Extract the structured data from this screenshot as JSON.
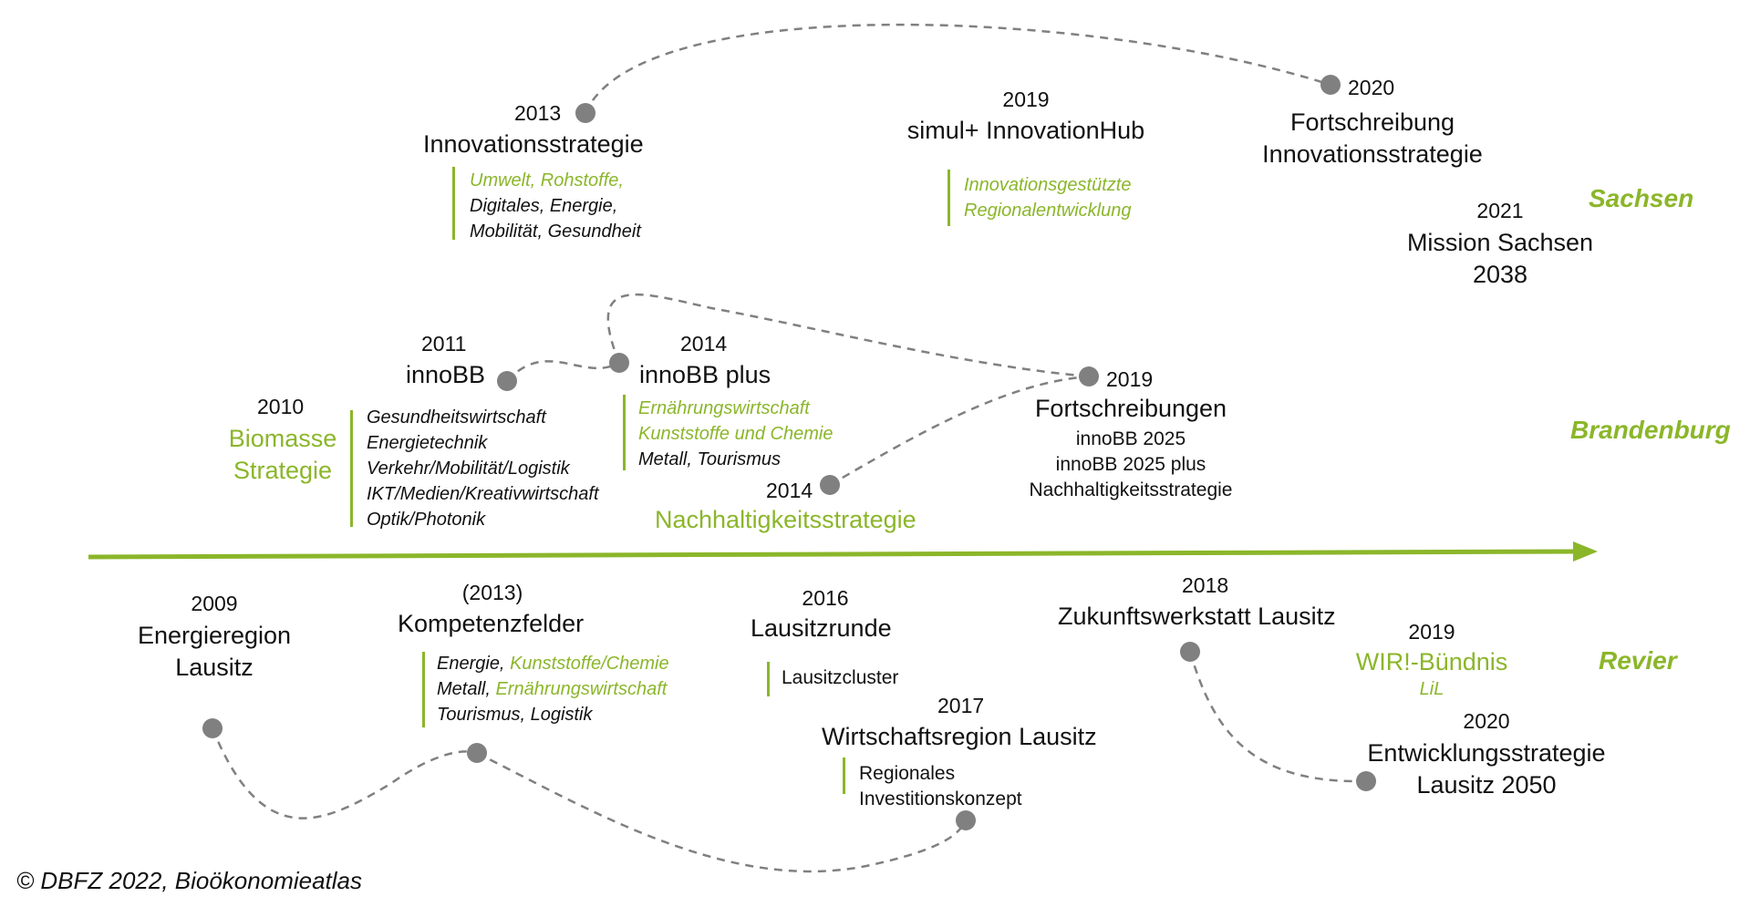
{
  "regions": {
    "sachsen": "Sachsen",
    "brandenburg": "Brandenburg",
    "revier": "Revier"
  },
  "credit": "© DBFZ 2022, Bioökonomieatlas",
  "colors": {
    "accent": "#8bb62a",
    "dot": "#808080",
    "text": "#111111"
  },
  "sachsen": {
    "e2013": {
      "year": "2013",
      "title": "Innovationsstrategie",
      "fields": [
        {
          "text": "Umwelt, Rohstoffe,",
          "green": true
        },
        {
          "text": "Digitales, Energie,",
          "green": false
        },
        {
          "text": "Mobilität, Gesundheit",
          "green": false
        }
      ]
    },
    "e2019": {
      "year": "2019",
      "title": "simul+ InnovationHub",
      "fields": [
        {
          "text": "Innovationsgestützte",
          "green": true
        },
        {
          "text": "Regionalentwicklung",
          "green": true
        }
      ]
    },
    "e2020": {
      "year": "2020",
      "title1": "Fortschreibung",
      "title2": "Innovationsstrategie"
    },
    "e2021": {
      "year": "2021",
      "title1": "Mission Sachsen",
      "title2": "2038"
    }
  },
  "brandenburg": {
    "e2010": {
      "year": "2010",
      "title1": "Biomasse",
      "title2": "Strategie",
      "fields": [
        "Gesundheitswirtschaft",
        "Energietechnik",
        "Verkehr/Mobilität/Logistik",
        "IKT/Medien/Kreativwirtschaft",
        "Optik/Photonik"
      ]
    },
    "e2011": {
      "year": "2011",
      "title": "innoBB"
    },
    "e2014a": {
      "year": "2014",
      "title": "innoBB plus",
      "fields": [
        {
          "text": "Ernährungswirtschaft",
          "green": true
        },
        {
          "text": "Kunststoffe und Chemie",
          "green": true
        },
        {
          "text": "Metall, Tourismus",
          "green": false
        }
      ]
    },
    "e2014b": {
      "year": "2014",
      "title": "Nachhaltigkeitsstrategie"
    },
    "e2019": {
      "year": "2019",
      "title": "Fortschreibungen",
      "items": [
        "innoBB 2025",
        "innoBB 2025 plus",
        "Nachhaltigkeitsstrategie"
      ]
    }
  },
  "revier": {
    "e2009": {
      "year": "2009",
      "title1": "Energieregion",
      "title2": "Lausitz"
    },
    "e2013": {
      "year": "(2013)",
      "title": "Kompetenzfelder",
      "line1a": "Energie,",
      "line1b": "Kunststoffe/Chemie",
      "line2a": "Metall,",
      "line2b": "Ernährungswirtschaft",
      "line3": "Tourismus, Logistik"
    },
    "e2016": {
      "year": "2016",
      "title": "Lausitzrunde",
      "item": "Lausitzcluster"
    },
    "e2017": {
      "year": "2017",
      "title": "Wirtschaftsregion Lausitz",
      "items": [
        "Regionales",
        "Investitionskonzept"
      ]
    },
    "e2018": {
      "year": "2018",
      "title": "Zukunftswerkstatt Lausitz"
    },
    "e2019": {
      "year": "2019",
      "title": "WIR!-Bündnis",
      "sub": "LiL"
    },
    "e2020": {
      "year": "2020",
      "title1": "Entwicklungsstrategie",
      "title2": "Lausitz 2050"
    }
  }
}
